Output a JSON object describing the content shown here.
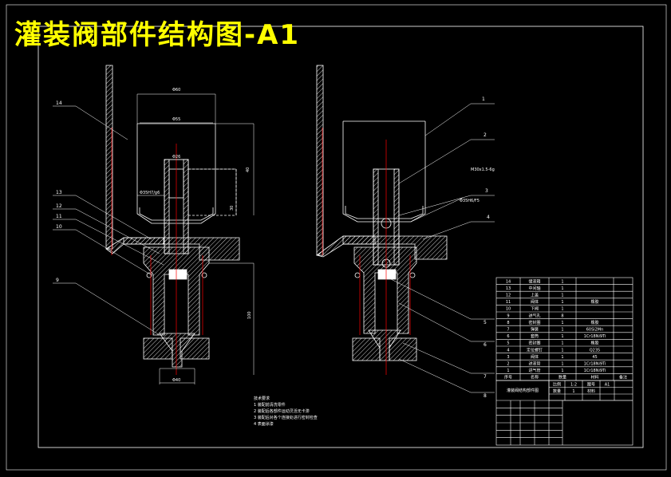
{
  "title": "灌装阀部件结构图-A1",
  "dimensions": {
    "d60": "Φ60",
    "d55": "Φ55",
    "d26": "Φ26",
    "fit_left": "Φ35H7/g6",
    "h40": "40",
    "h30": "30",
    "h100": "100",
    "d40": "Φ40",
    "thread": "M30x1.5-6g",
    "fit_right": "Φ35H6/F5"
  },
  "callouts": {
    "left": [
      "14",
      "13",
      "12",
      "11",
      "10",
      "9"
    ],
    "right": [
      "1",
      "2",
      "3",
      "4",
      "5",
      "6",
      "7",
      "8"
    ]
  },
  "notes": {
    "heading": "技术要求",
    "items": [
      "1 装配前清洗零件",
      "2 装配后各部件运动灵活无卡滞",
      "3 装配后对各个连接处进行密封检查",
      "4 表面涂漆"
    ]
  },
  "bom": {
    "rows": [
      [
        "14",
        "储液箱",
        "1",
        "",
        ""
      ],
      [
        "13",
        "中间轴",
        "1",
        "",
        ""
      ],
      [
        "12",
        "上盖",
        "1",
        "",
        ""
      ],
      [
        "11",
        "阀体",
        "1",
        "橡胶",
        ""
      ],
      [
        "10",
        "下阀",
        "1",
        "",
        ""
      ],
      [
        "9",
        "进气孔",
        "8",
        "",
        ""
      ],
      [
        "8",
        "密封圈",
        "1",
        "橡胶",
        ""
      ],
      [
        "7",
        "弹簧",
        "1",
        "60Si2Mn",
        ""
      ],
      [
        "6",
        "套筒",
        "1",
        "1Cr18Ni9Ti",
        ""
      ],
      [
        "5",
        "密封圈",
        "1",
        "橡胶",
        ""
      ],
      [
        "4",
        "定位螺钉",
        "1",
        "Q235",
        ""
      ],
      [
        "3",
        "阀体",
        "1",
        "45",
        ""
      ],
      [
        "2",
        "进液管",
        "1",
        "1Cr18Ni9Ti",
        ""
      ],
      [
        "1",
        "进气管",
        "1",
        "1Cr18Ni9Ti",
        ""
      ]
    ],
    "header": [
      "序号",
      "名称",
      "数量",
      "材料",
      "备注"
    ],
    "part_name": "灌装阀结构部件图",
    "scale_label": "比例",
    "scale_value": "1:2",
    "drawing_no_label": "图号",
    "drawing_no_value": "A1",
    "qty_label": "数量",
    "qty_value": "1",
    "material_label": "材料"
  },
  "colors": {
    "background": "#000000",
    "outline": "#ffffff",
    "center_line": "#ff0000",
    "title": "#ffff00"
  }
}
